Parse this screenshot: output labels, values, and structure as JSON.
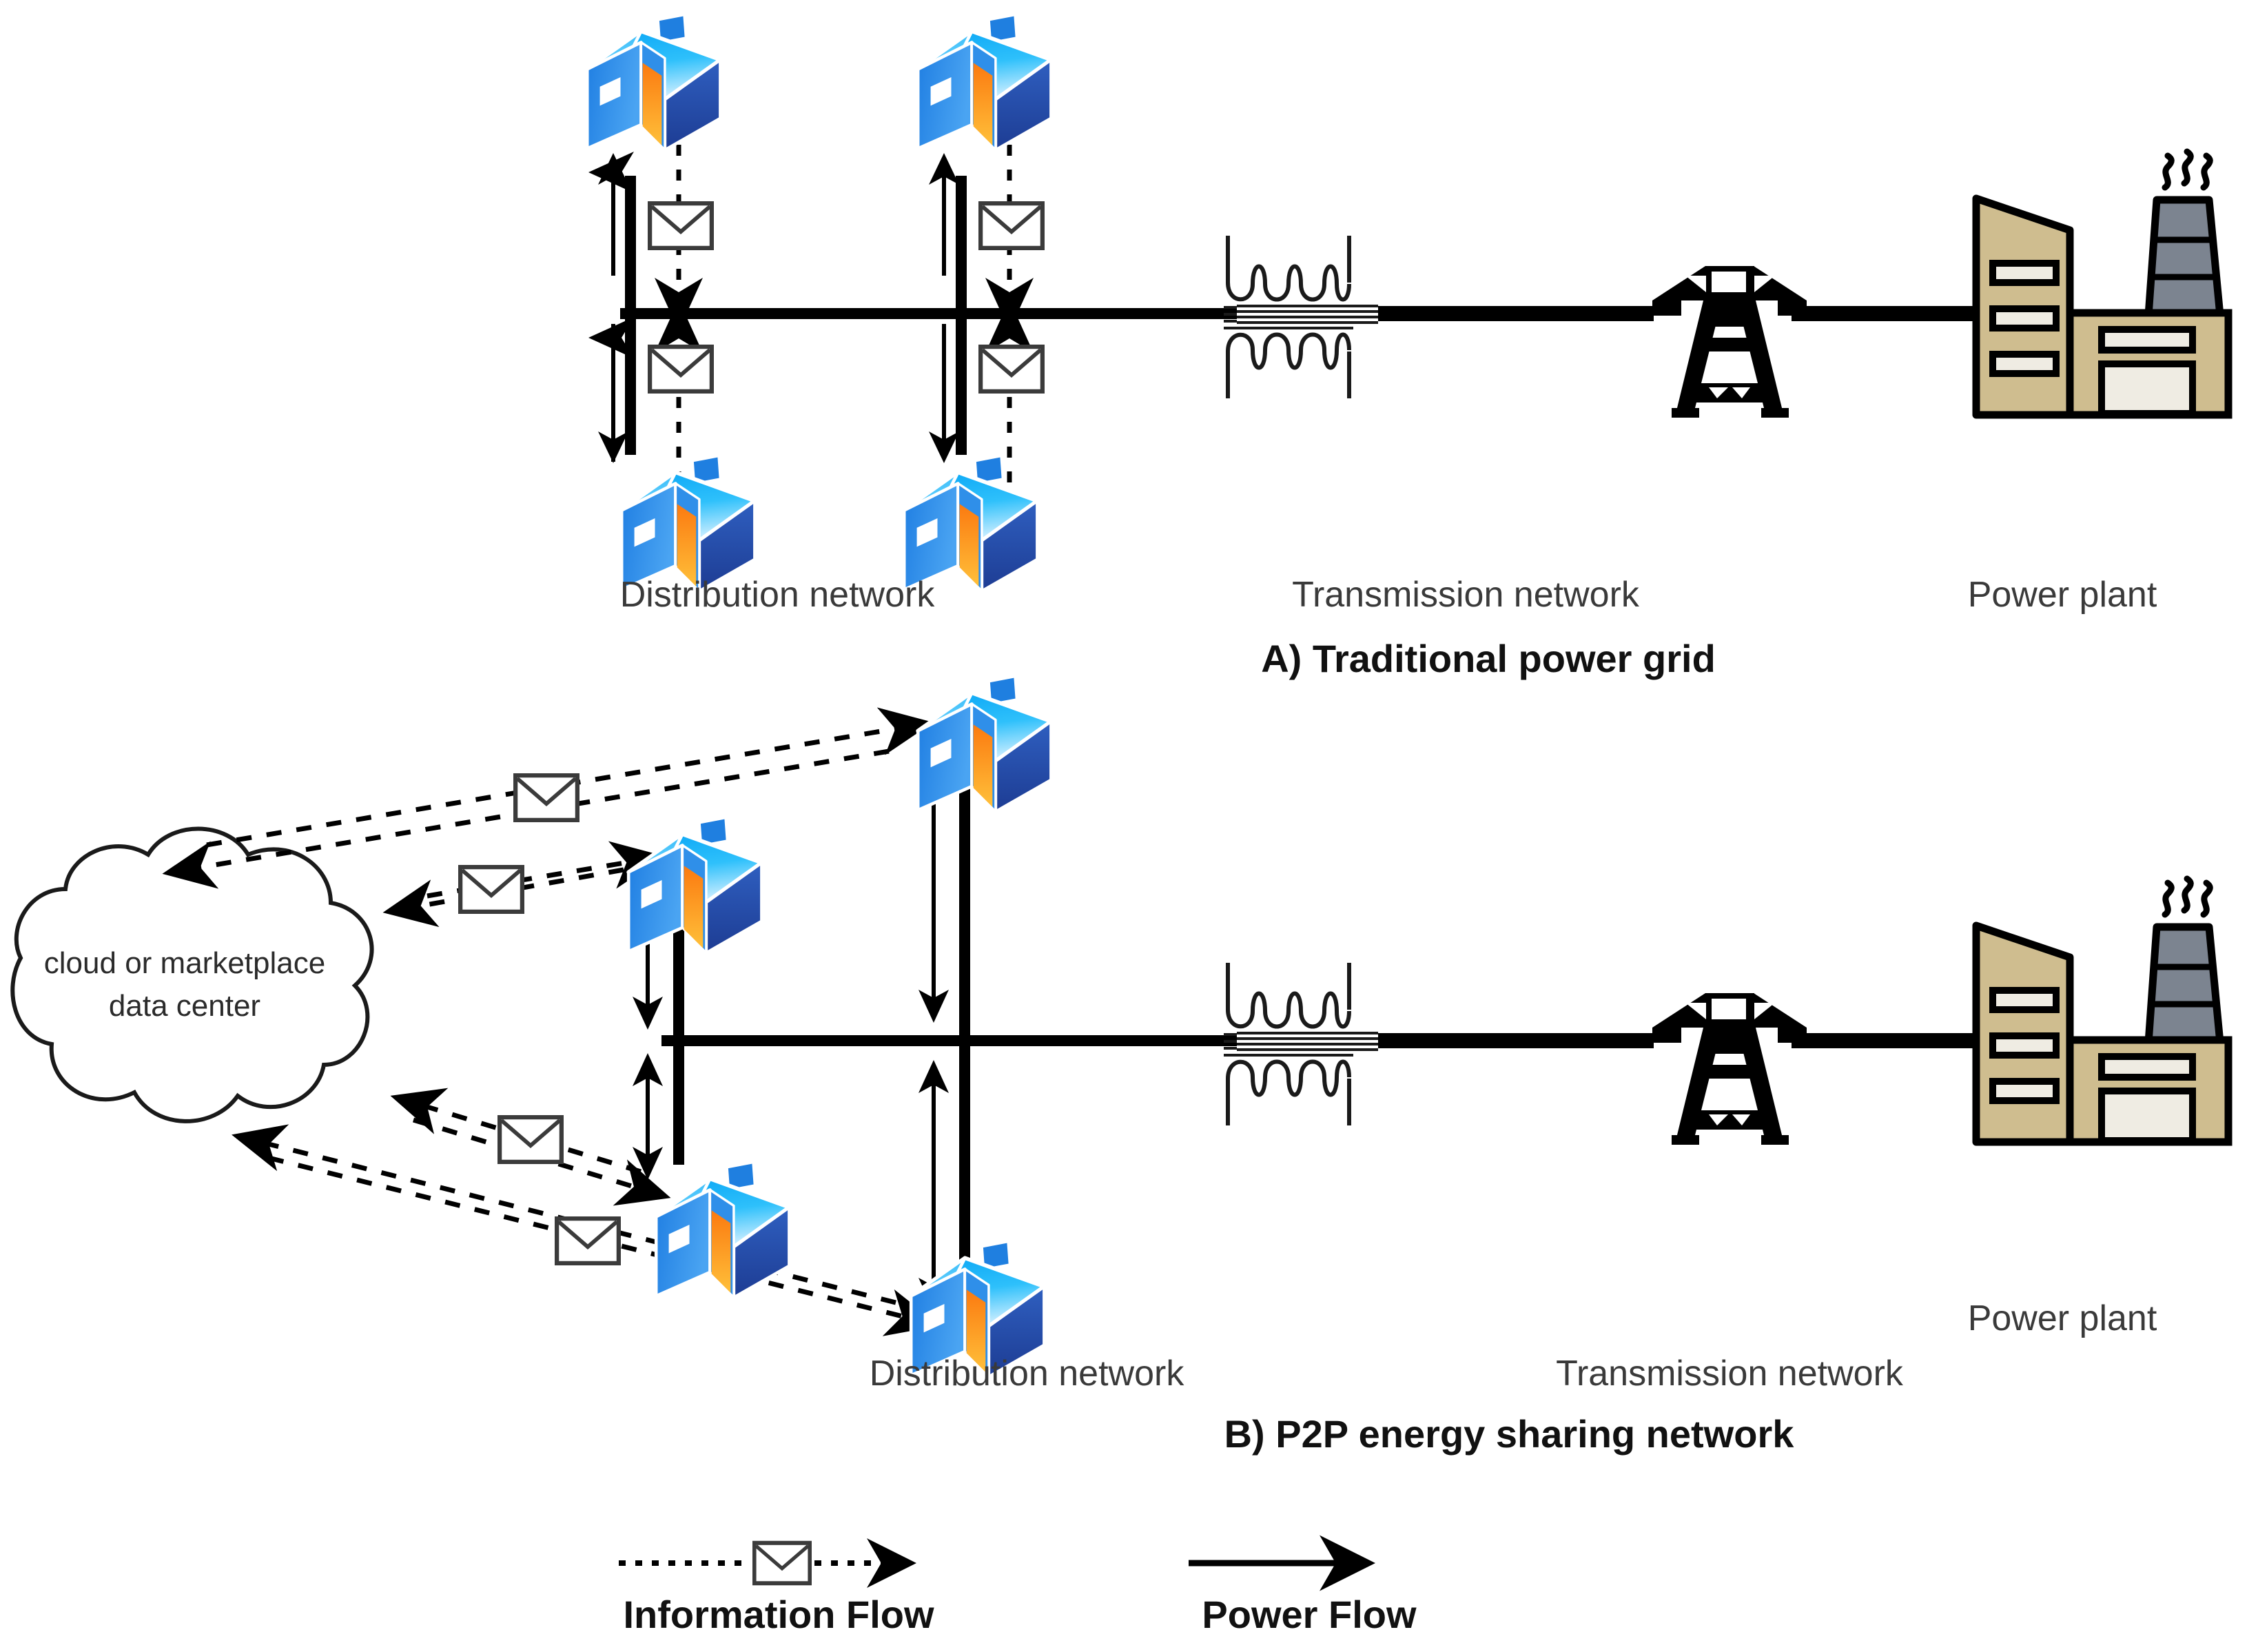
{
  "figure": {
    "background": "#ffffff",
    "title_absent": true
  },
  "colors": {
    "line": "#000000",
    "label_text": "#3a3a3a",
    "caption_text": "#111111",
    "house_roof_light": "#43c9fb",
    "house_roof_dark": "#0a8ff0",
    "house_wall_left": "#2f8fe9",
    "house_wall_right": "#2b4fa8",
    "house_door": "#f7911e",
    "house_door_dark": "#f05a1e",
    "house_chimney": "#1f7fe0",
    "plant_body": "#cfbd8f",
    "plant_window": "#efece3",
    "stack_gray": "#7c8490",
    "envelope_fill": "#ffffff",
    "envelope_stroke": "#3b3b3b"
  },
  "panels": [
    {
      "id": "panel-a",
      "caption": "A) Traditional power grid",
      "labels": {
        "distribution": "Distribution network",
        "transmission": "Transmission network",
        "power_plant": "Power plant"
      },
      "nodes": {
        "houses": 4,
        "feeders": 2,
        "envelopes": 4,
        "transformer": 1,
        "tower": 1,
        "plant": 1
      }
    },
    {
      "id": "panel-b",
      "caption": "B) P2P energy sharing network",
      "labels": {
        "distribution": "Distribution network",
        "transmission": "Transmission network",
        "power_plant": "Power plant",
        "cloud_line1": "cloud or marketplace",
        "cloud_line2": "data center"
      },
      "nodes": {
        "houses": 4,
        "feeders": 2,
        "envelopes": 4,
        "cloud": 1,
        "transformer": 1,
        "tower": 1,
        "plant": 1
      }
    }
  ],
  "legend": {
    "items": [
      {
        "key": "information-flow",
        "label": "Information Flow",
        "style": "dashed-arrow-with-envelope"
      },
      {
        "key": "power-flow",
        "label": "Power Flow",
        "style": "solid-arrow"
      }
    ]
  }
}
